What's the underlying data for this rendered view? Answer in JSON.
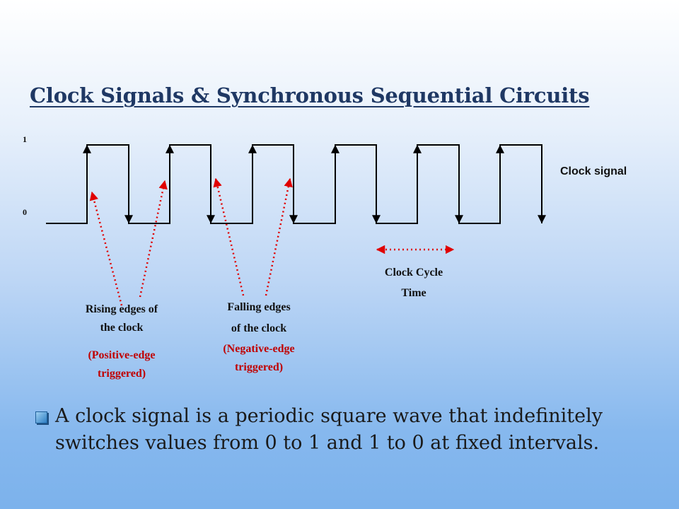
{
  "title": "Clock Signals & Synchronous Sequential Circuits",
  "axis": {
    "high": "1",
    "low": "0"
  },
  "clock_label": "Clock signal",
  "cycle_label": {
    "line1": "Clock Cycle",
    "line2": "Time"
  },
  "rising": {
    "line1": "Rising edges of",
    "line2": "the clock",
    "note1": "(Positive-edge",
    "note2": "triggered)"
  },
  "falling": {
    "line1": "Falling edges",
    "line2": "of the clock",
    "note1": "(Negative-edge",
    "note2": "triggered)"
  },
  "bullet": "A clock signal is a periodic square wave that indefinitely switches values from 0 to 1 and 1 to 0  at fixed intervals.",
  "colors": {
    "title": "#1f3864",
    "annotation": "#c00000",
    "wave": "#000000"
  }
}
